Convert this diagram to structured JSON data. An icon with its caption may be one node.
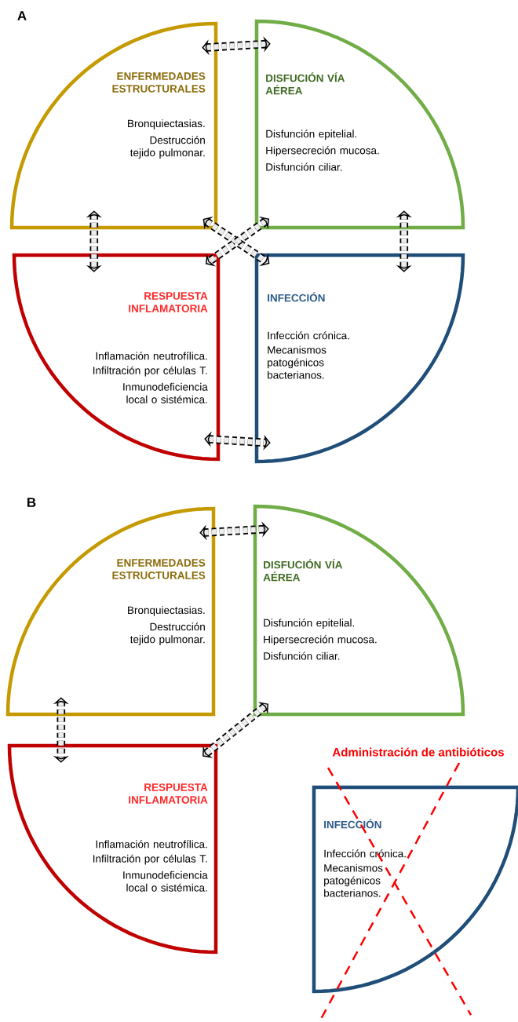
{
  "diagram": {
    "nodes": [
      {
        "text": [
          "ENFERMEDADES ESTRUCTURALES",
          "Bronquiectasias.",
          "Destrucción tejido pulmonar."
        ]
      },
      {
        "text": [
          "DISFUCIÓN VÍA AÉREA",
          "Disfunción epitelial.",
          "Hipersecreción mucosa.",
          "Disfunción ciliar."
        ]
      },
      {
        "text": [
          "RESPUESTA INFLAMATORIA",
          "Inflamación neutrofílica.",
          "Infiltración por células T.",
          "Inmunodeficiencia local o sistémica."
        ]
      },
      {
        "text": [
          "INFECCIÓN",
          "Infección crónica.",
          "Mecanismos patogénicos bacterianos."
        ]
      },
      {
        "text": [
          "ENFERMEDADES ESTRUCTURALES",
          "Bronquiectasias.",
          "Destrucción tejido pulmonar."
        ]
      },
      {
        "text": [
          "DISFUCIÓN VÍA AÉREA",
          "Disfunción epitelial.",
          "Hipersecreción mucosa.",
          "Disfunción ciliar."
        ]
      },
      {
        "text": [
          "RESPUESTA INFLAMATORIA",
          "Inflamación neutrofílica.",
          "Infiltración por células T.",
          "Inmunodeficiencia local o sistémica."
        ]
      },
      {
        "text": [
          "INFECCIÓN",
          "Infección crónica.",
          "Mecanismos patogénicos bacterianos."
        ]
      }
    ],
    "edges": [
      {
        "from": 0,
        "to": 1,
        "arrow": "both",
        "style": "dashed"
      },
      {
        "from": 0,
        "to": 2,
        "arrow": "both",
        "style": "dashed"
      },
      {
        "from": 1,
        "to": 3,
        "arrow": "both",
        "style": "dashed"
      },
      {
        "from": 2,
        "to": 3,
        "arrow": "both",
        "style": "dashed"
      },
      {
        "from": 0,
        "to": 3,
        "arrow": "both",
        "style": "dashed"
      },
      {
        "from": 1,
        "to": 2,
        "arrow": "both",
        "style": "dashed"
      },
      {
        "from": 4,
        "to": 5,
        "arrow": "both",
        "style": "dashed"
      },
      {
        "from": 4,
        "to": 6,
        "arrow": "both",
        "style": "dashed"
      },
      {
        "from": 5,
        "to": 6,
        "arrow": "both",
        "style": "dashed"
      }
    ],
    "labels": [
      "A",
      "B",
      "Administración de antibióticos"
    ]
  }
}
